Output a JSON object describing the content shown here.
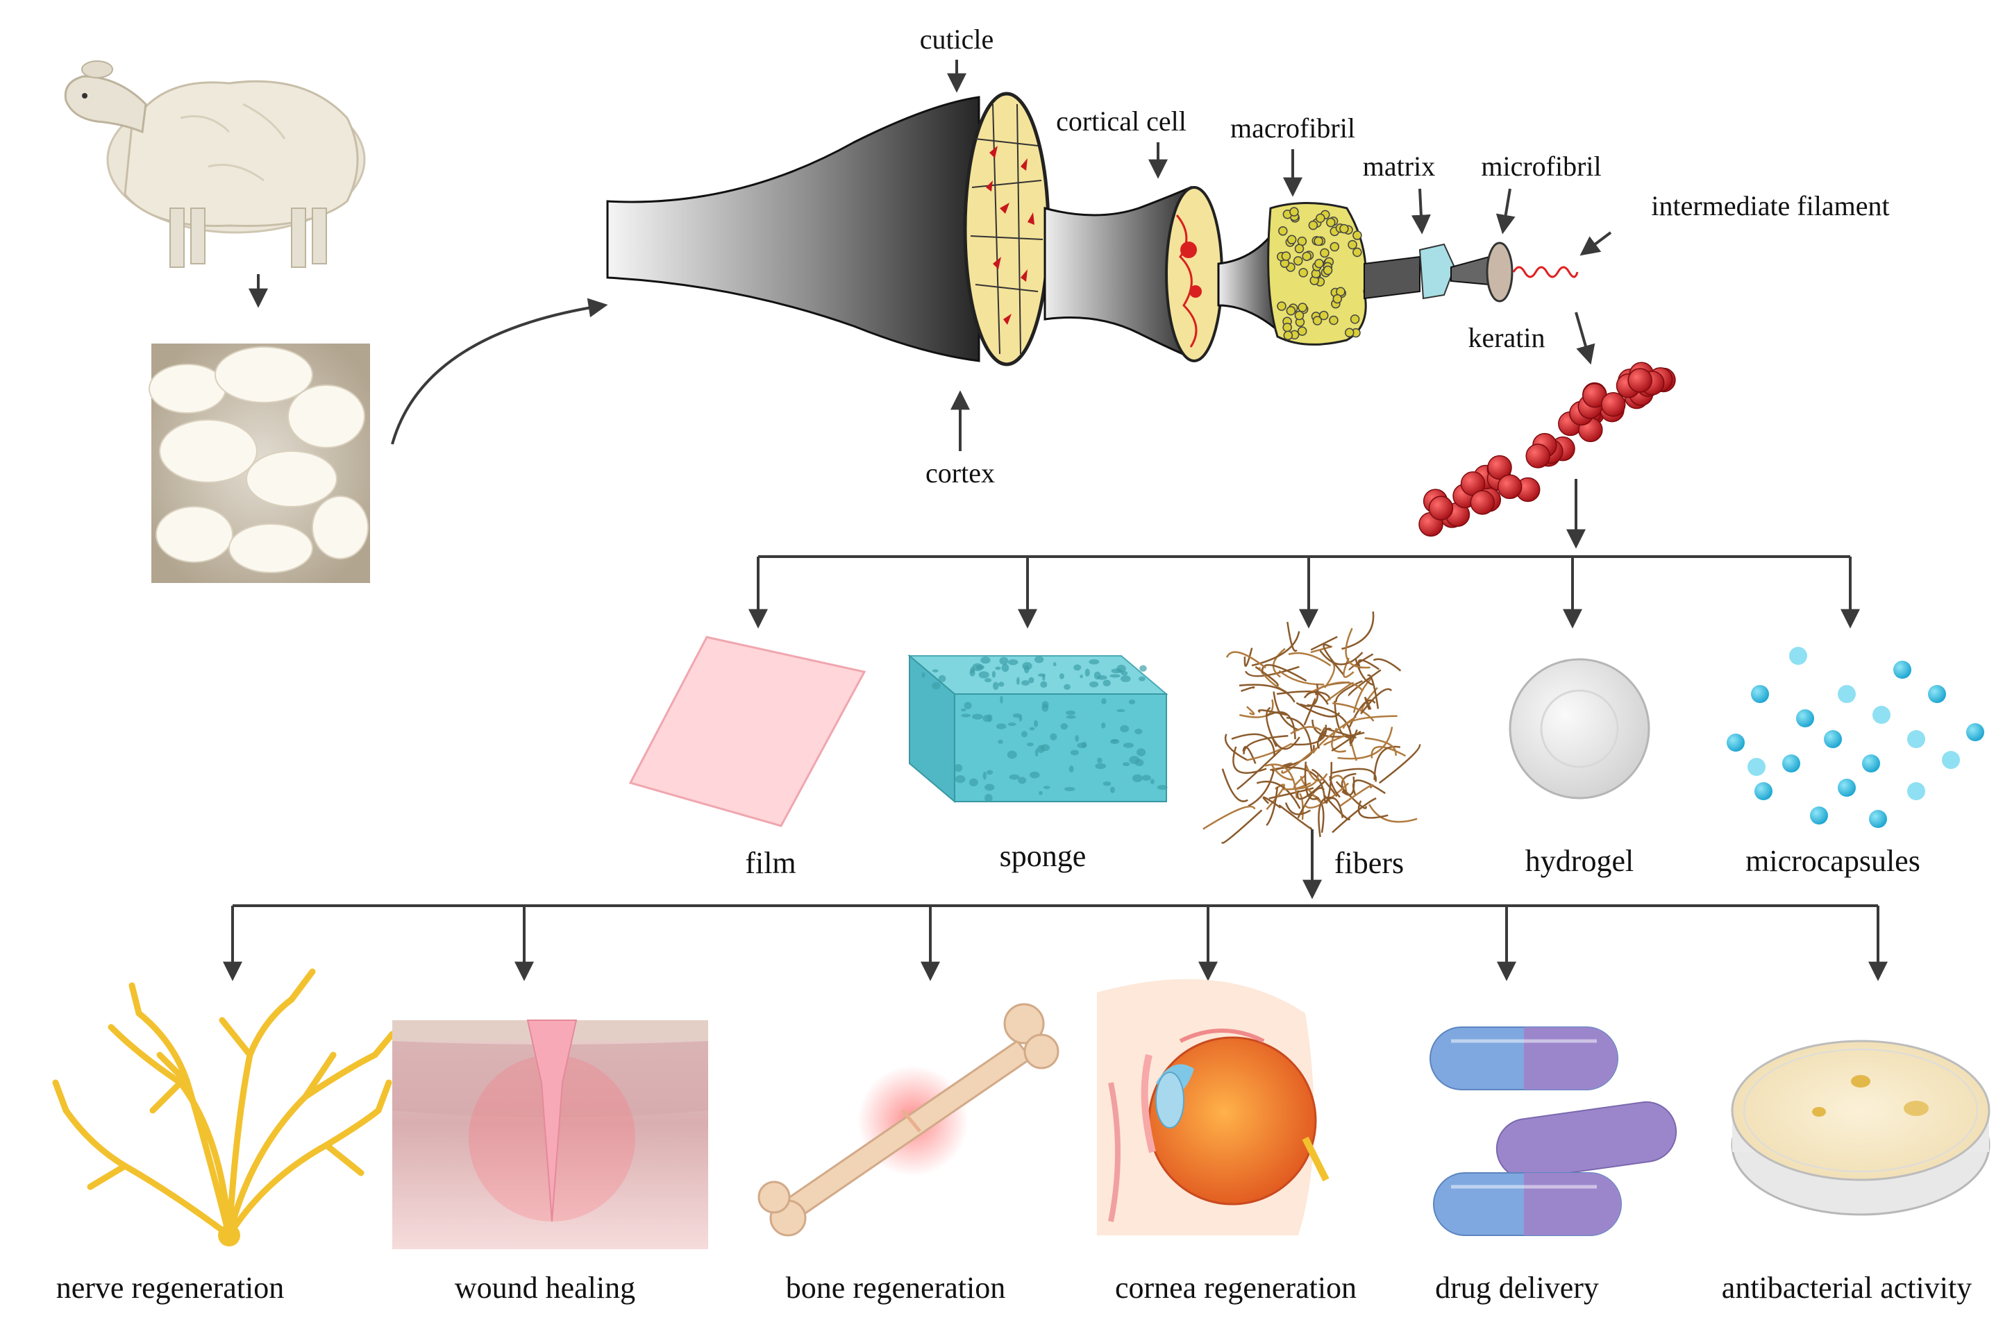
{
  "structure_labels": {
    "cuticle": "cuticle",
    "cortical_cell": "cortical cell",
    "macrofibril": "macrofibril",
    "matrix": "matrix",
    "microfibril": "microfibril",
    "intermediate_filament": "intermediate filament",
    "keratin": "keratin",
    "cortex": "cortex"
  },
  "forms": [
    "film",
    "sponge",
    "fibers",
    "hydrogel",
    "microcapsules"
  ],
  "applications": [
    "nerve regeneration",
    "wound healing",
    "bone regeneration",
    "cornea regeneration",
    "drug delivery",
    "antibacterial activity"
  ],
  "colors": {
    "arrow": "#3a3a3a",
    "fiber_dark": "#2b2b2b",
    "fiber_light": "#f2f2f2",
    "cortex_fill": "#f4e39a",
    "keratin_red": "#c8161d",
    "sponge": "#5fc8d2",
    "film": "#ffd6da",
    "fibers": "#8a5a2b",
    "microcapsule": "#2bb6dc",
    "nerve": "#f2c12e",
    "capsule_blue": "#7fa8e0",
    "capsule_purple": "#9b86cc"
  }
}
